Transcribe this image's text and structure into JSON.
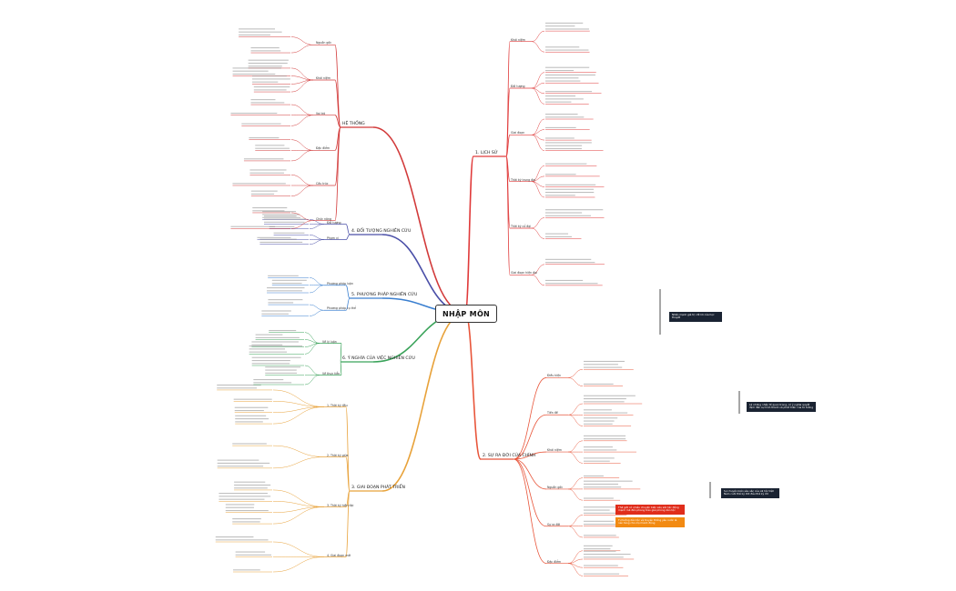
{
  "center_title": "NHẬP MÔN",
  "branches": [
    {
      "key": "history",
      "label": "1. LỊCH SỬ",
      "color": "#e03a3a",
      "subs": [
        "Khái niệm",
        "Đối tượng",
        "Giai đoạn",
        "Thời kỳ trung đại",
        "Thời kỳ cổ đại",
        "Giai đoạn hiện đại"
      ]
    },
    {
      "key": "birth",
      "label": "2. SỰ RA ĐỜI CỦA CHÍNH",
      "color": "#e8553a",
      "subs": [
        "Điều kiện",
        "Tiền đề",
        "Khái niệm",
        "Nguồn gốc",
        "Sự ra đời",
        "Đặc điểm"
      ]
    },
    {
      "key": "stages",
      "label": "3. GIAI ĐOẠN PHÁT TRIỂN",
      "color": "#e8a23a",
      "subs": [
        "1. Thời kỳ đầu",
        "2. Thời kỳ giữa",
        "3. Thời kỳ hiện đại",
        "4. Giai đoạn mới"
      ]
    },
    {
      "key": "meaning",
      "label": "6. Ý NGHĨA CỦA VIỆC NGHIÊN CỨU",
      "color": "#3aa35a",
      "subs": [
        "Về lý luận",
        "Về thực tiễn"
      ]
    },
    {
      "key": "method",
      "label": "5. PHƯƠNG PHÁP NGHIÊN CỨU",
      "color": "#3a7fd0",
      "subs": [
        "Phương pháp luận",
        "Phương pháp cụ thể"
      ]
    },
    {
      "key": "object",
      "label": "4. ĐỐI TƯỢNG NGHIÊN CỨU",
      "color": "#4a4fa8",
      "subs": [
        "Đối tượng",
        "Phạm vi"
      ]
    },
    {
      "key": "system",
      "label": "HỆ THỐNG",
      "color": "#d23a3a",
      "subs": [
        "Nguồn gốc",
        "Khái niệm",
        "Vai trò",
        "Đặc điểm",
        "Cấu trúc",
        "Chức năng"
      ]
    }
  ],
  "callouts": [
    {
      "key": "c1",
      "text": "Nhấn mạnh giá trị cốt lõi của học thuyết",
      "style": "dark"
    },
    {
      "key": "c2",
      "text": "Là những nhân tố quan trọng, có ý nghĩa quyết định đến sự hình thành và phát triển của tư tưởng",
      "style": "dark"
    },
    {
      "key": "c3",
      "text": "Sự chuyển biến sâu sắc của xã hội Việt Nam cuối thế kỷ XIX đầu thế kỷ XX",
      "style": "dark"
    },
    {
      "key": "c4",
      "text": "Thế giới có nhiều chuyển biến sâu sắc tác động mạnh mẽ đến phong trào giải phóng dân tộc",
      "style": "red"
    },
    {
      "key": "c5",
      "text": "Tư tưởng dân tộc và truyền thống yêu nước là nền tảng cho mọi hành động",
      "style": "orange"
    }
  ],
  "colors": {
    "background": "#ffffff",
    "center_border": "#333333"
  }
}
